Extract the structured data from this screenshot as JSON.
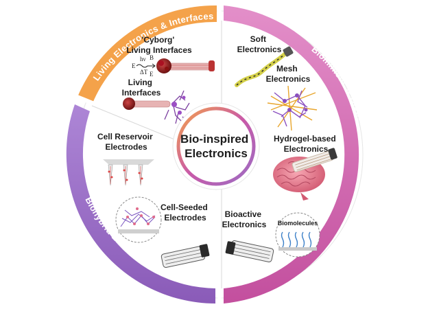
{
  "center": {
    "line1": "Bio-inspired",
    "line2": "Electronics"
  },
  "quadrants": {
    "living": {
      "title": "Living Electronics & Interfaces",
      "color": "#f4a24a",
      "items": {
        "cyborg": {
          "line1": "'Cyborg'",
          "line2": "Living Interfaces"
        },
        "living_interfaces": {
          "line1": "Living",
          "line2": "Interfaces"
        }
      },
      "stimuli": {
        "light": "hν",
        "temp": "ΔT",
        "field": "E",
        "b": "B",
        "e": "E"
      }
    },
    "biomimetic": {
      "title": "Biomimetic & Bioactive Electronics",
      "color": "#c95aa8",
      "items": {
        "soft": {
          "line1": "Soft",
          "line2": "Electronics"
        },
        "mesh": {
          "line1": "Mesh",
          "line2": "Electronics"
        },
        "hydrogel": {
          "line1": "Hydrogel-based",
          "line2": "Electronics"
        }
      }
    },
    "bioactive": {
      "items": {
        "bioactive": {
          "line1": "Bioactive",
          "line2": "Electronics"
        },
        "biomolecules": "Biomolecules"
      }
    },
    "biohybrid": {
      "title": "Biohybrid Electronics",
      "color": "#9b6dc4",
      "items": {
        "cell_reservoir": {
          "line1": "Cell Reservoir",
          "line2": "Electrodes"
        },
        "cell_seeded": {
          "line1": "Cell-Seeded",
          "line2": "Electrodes"
        }
      }
    }
  }
}
